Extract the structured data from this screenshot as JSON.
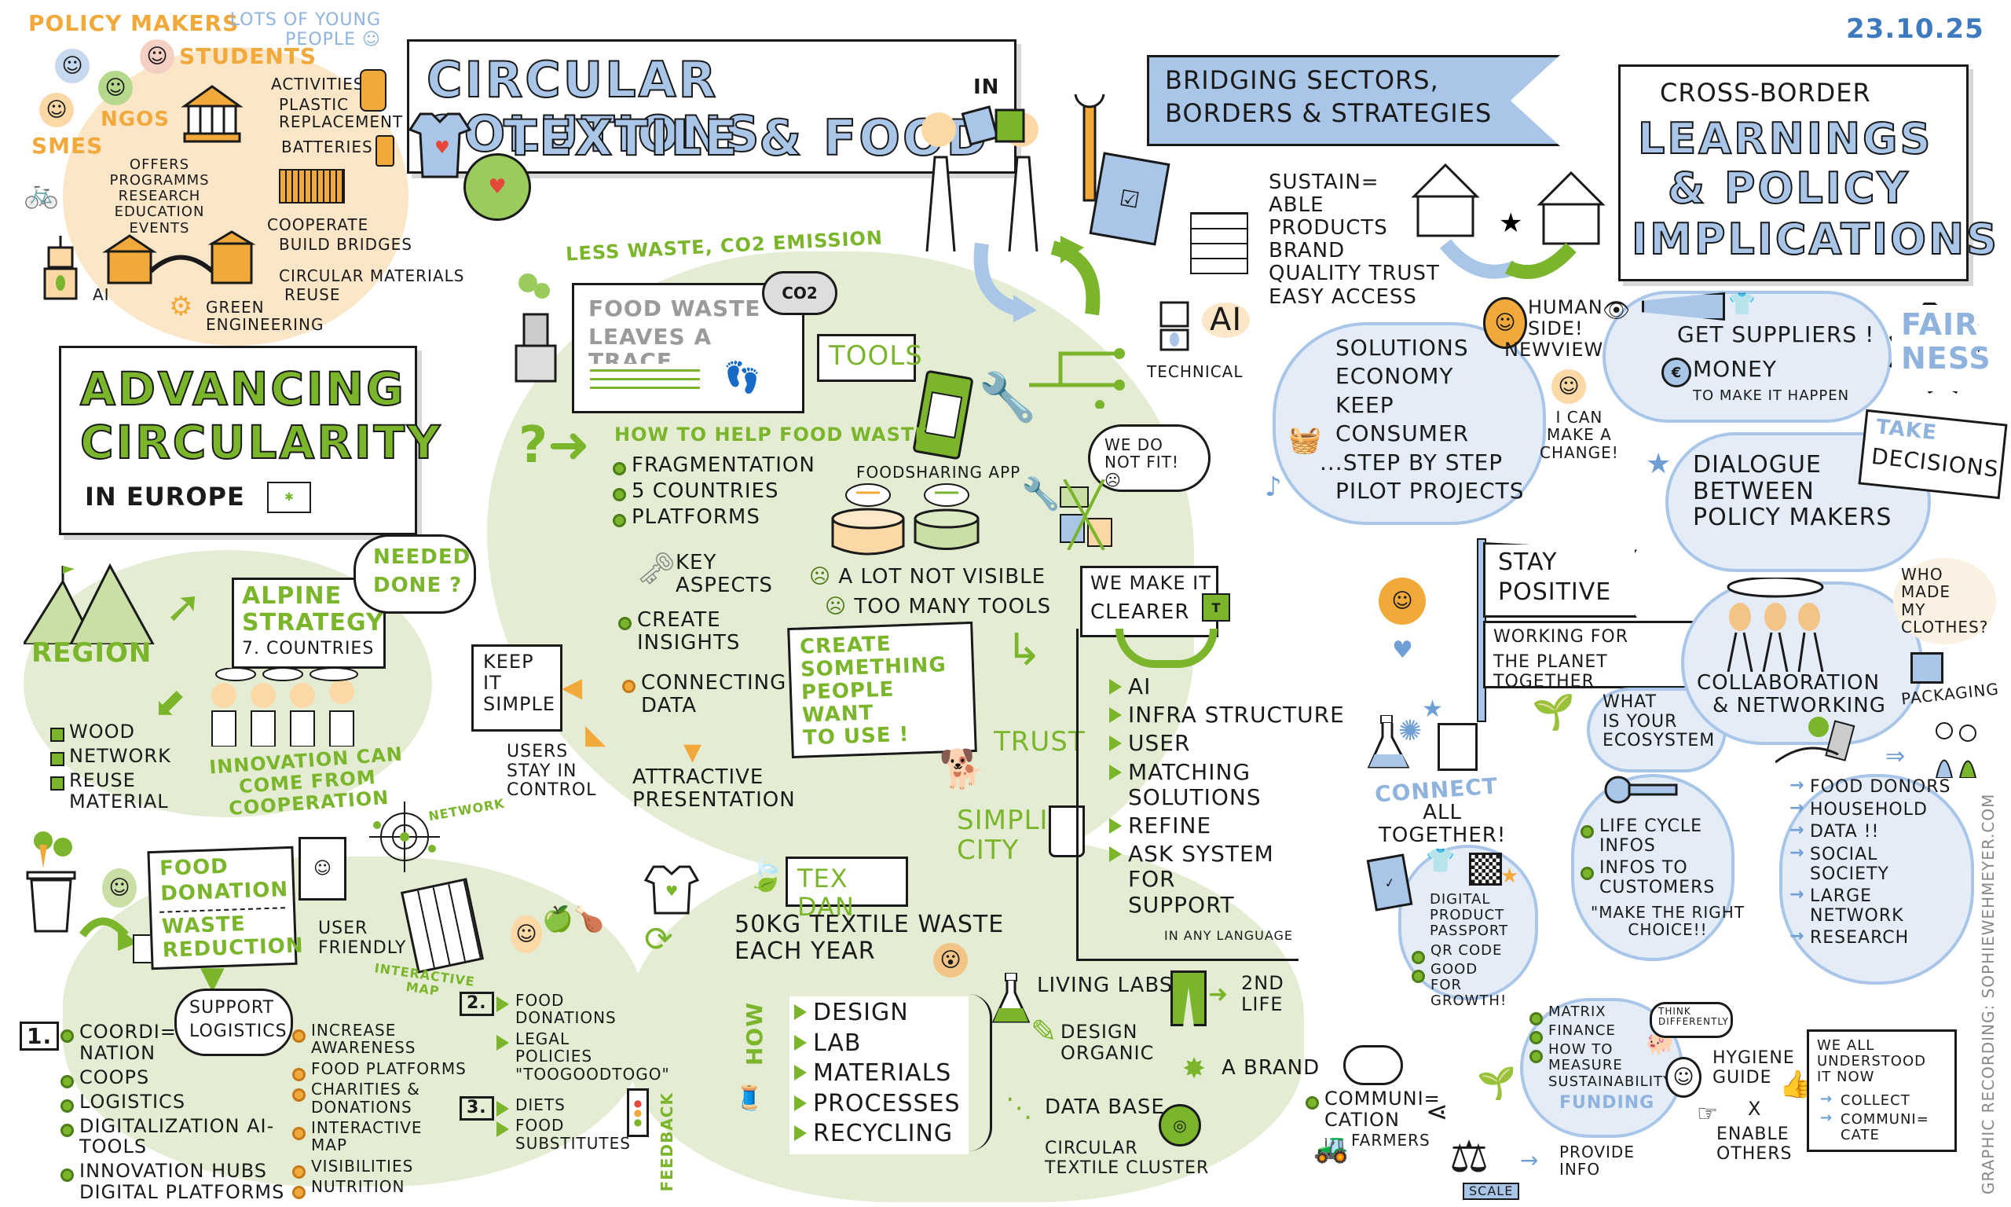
{
  "date": "23.10.25",
  "credit": "GRAPHIC RECORDING: SOPHIEWEHMEYER.COM",
  "colors": {
    "green": "#7ab52b",
    "green_bg": "#e4edd3",
    "blue": "#a9c6e8",
    "blue_bg": "#e3ecf7",
    "orange": "#f2a93b",
    "orange_bg": "#fbe6c8",
    "ink": "#1a1a1a"
  },
  "main_title": {
    "line1": "CIRCULAR SOLUTIONS",
    "in": "IN",
    "line2": "TEXTILE & FOOD"
  },
  "bridging_banner": {
    "line1": "BRIDGING SECTORS,",
    "line2": "BORDERS & STRATEGIES"
  },
  "cross_border": {
    "subtitle": "CROSS-BORDER",
    "line1": "LEARNINGS",
    "line2": "& POLICY",
    "line3": "IMPLICATIONS"
  },
  "stakeholders": {
    "policy_makers": "POLICY MAKERS",
    "young_people": "LOTS OF YOUNG PEOPLE ☺",
    "students": "STUDENTS",
    "ngos": "NGOs",
    "smes": "SMES",
    "activities": "ACTIVITIES",
    "plastic_replacement": "PLASTIC REPLACEMENT",
    "batteries": "BATTERIES",
    "offers": [
      "OFFERS",
      "PROGRAMMS",
      "RESEARCH",
      "EDUCATION",
      "EVENTS"
    ],
    "cooperate": "COOPERATE",
    "build_bridges": "BUILD BRIDGES",
    "circular_materials": "CIRCULAR MATERIALS",
    "reuse": "REUSE",
    "green_engineering": [
      "GREEN",
      "ENGINEERING"
    ],
    "ai": "AI"
  },
  "advancing": {
    "line1": "ADVANCING",
    "line2": "CIRCULARITY",
    "sub": "IN EUROPE"
  },
  "region": {
    "label": "REGION",
    "alpine": [
      "ALPINE",
      "STRATEGY"
    ],
    "countries": "7. COUNTRIES",
    "needed_done": [
      "NEEDED",
      "DONE ?"
    ],
    "items": [
      "WOOD",
      "NETWORK",
      "REUSE MATERIAL"
    ],
    "innovation": [
      "INNOVATION CAN",
      "COME FROM",
      "COOPERATION"
    ]
  },
  "food_waste": {
    "less_waste": "LESS WASTE, CO2 EMISSION",
    "trace": [
      "FOOD WASTE",
      "LEAVES A TRACE"
    ],
    "co2": "CO2",
    "tools": "TOOLS",
    "how_to": "HOW TO HELP FOOD WASTE",
    "points": [
      "FRAGMENTATION",
      "5 COUNTRIES",
      "PLATFORMS"
    ],
    "key_aspects": [
      "KEY",
      "ASPECTS"
    ],
    "create_insights": [
      "CREATE",
      "INSIGHTS"
    ],
    "food_sharing_app": "FOODSHARING APP",
    "we_do_not_fit": "WE DO NOT FIT! ☹",
    "not_visible": "A LOT NOT VISIBLE",
    "too_many_tools": "TOO MANY TOOLS",
    "connecting_data": [
      "CONNECTING",
      "DATA"
    ],
    "keep_simple": [
      "KEEP",
      "IT",
      "SIMPLE"
    ],
    "users_control": [
      "USERS",
      "STAY IN",
      "CONTROL"
    ],
    "attractive": [
      "ATTRACTIVE",
      "PRESENTATION"
    ],
    "create_something": [
      "CREATE",
      "SOMETHING",
      "PEOPLE WANT",
      "TO USE !"
    ],
    "trust": "TRUST",
    "simplicity": [
      "SIMPLI",
      "CITY"
    ]
  },
  "clearer": {
    "title": [
      "WE MAKE IT",
      "CLEARER"
    ],
    "items": [
      "AI",
      "INFRA STRUCTURE",
      "USER",
      "MATCHING SOLUTIONS",
      "REFINE",
      "ASK SYSTEM FOR SUPPORT"
    ],
    "any_language": "IN ANY LANGUAGE"
  },
  "sustainable": {
    "lines": [
      "SUSTAIN=",
      "ABLE",
      "PRODUCTS",
      "BRAND",
      "QUALITY TRUST",
      "EASY ACCESS"
    ],
    "ai": "AI",
    "technical": "TECHNICAL"
  },
  "solutions_cloud": {
    "items": [
      "SOLUTIONS",
      "ECONOMY",
      "KEEP",
      "CONSUMER",
      "...STEP BY STEP",
      "PILOT PROJECTS"
    ]
  },
  "human_side": {
    "lines": [
      "HUMAN",
      "SIDE!",
      "NEWVIEW"
    ],
    "i_can": [
      "I CAN",
      "MAKE A",
      "CHANGE!"
    ]
  },
  "suppliers": {
    "get": "GET SUPPLIERS !",
    "money": "MONEY",
    "make_happen": "TO MAKE IT HAPPEN",
    "fairness": [
      "FAIR",
      "NESS"
    ]
  },
  "dialogue": {
    "lines": [
      "DIALOGUE",
      "BETWEEN",
      "POLICY MAKERS"
    ],
    "take": "TAKE",
    "decisions": "DECISIONS"
  },
  "positive": {
    "stay": [
      "STAY",
      "POSITIVE"
    ],
    "working": [
      "WORKING FOR",
      "THE PLANET TOGETHER"
    ],
    "ecosystem": [
      "WHAT",
      "IS YOUR",
      "ECOSYSTEM"
    ]
  },
  "collaboration": {
    "lines": [
      "COLLABORATION",
      "& NETWORKING"
    ],
    "who_made": [
      "WHO",
      "MADE",
      "MY",
      "CLOTHES?"
    ],
    "packaging": "PACKAGING"
  },
  "food_donation": {
    "title1": [
      "FOOD",
      "DONATION"
    ],
    "title2": [
      "WASTE",
      "REDUCTION"
    ],
    "support": [
      "SUPPORT",
      "LOGISTICS"
    ],
    "network": "NETWORK",
    "user_friendly": [
      "USER",
      "FRIENDLY"
    ],
    "interactive_map": [
      "INTERACTIVE",
      "MAP"
    ],
    "step1_num": "1.",
    "step1": [
      "COORDI= NATION",
      "COOPS",
      "LOGISTICS",
      "DIGITALIZATION AI-TOOLS",
      "INNOVATION HUBS DIGITAL PLATFORMS"
    ],
    "awareness": [
      "INCREASE AWARENESS",
      "FOOD PLATFORMS",
      "CHARITIES & DONATIONS",
      "INTERACTIVE MAP",
      "VISIBILITIES",
      "NUTRITION"
    ],
    "step2_num": "2.",
    "step2": [
      "FOOD DONATIONS",
      "LEGAL POLICIES \"TOOGOODTOGO\""
    ],
    "step3_num": "3.",
    "step3": [
      "DIETS",
      "FOOD SUBSTITUTES"
    ],
    "feedback": "FEEDBACK"
  },
  "texdan": {
    "title": "TEX DAN",
    "waste": [
      "50KG TEXTILE WASTE",
      "EACH YEAR"
    ],
    "how": "HOW",
    "steps": [
      "DESIGN",
      "LAB",
      "MATERIALS",
      "PROCESSES",
      "RECYCLING"
    ],
    "living_labs": "LIVING LABS",
    "design_organic": [
      "DESIGN",
      "ORGANIC"
    ],
    "database": "DATA BASE",
    "cluster": [
      "CIRCULAR",
      "TEXTILE CLUSTER"
    ],
    "second_life": [
      "2ND",
      "LIFE"
    ],
    "brand": "A BRAND"
  },
  "connect": {
    "title": "CONNECT",
    "all_together": [
      "ALL",
      "TOGETHER!"
    ],
    "passport": [
      "DIGITAL",
      "PRODUCT",
      "PASSPORT"
    ],
    "passport_items": [
      "QR CODE",
      "GOOD FOR GROWTH!"
    ],
    "communication": [
      "COMMUNI=",
      "CATION"
    ],
    "farmers": "FARMERS",
    "scale": "SCALE",
    "provide_info": [
      "PROVIDE",
      "INFO"
    ]
  },
  "lifecycle": {
    "items": [
      "LIFE CYCLE INFOS",
      "INFOS TO CUSTOMERS"
    ],
    "quote": [
      "\"MAKE THE RIGHT",
      "CHOICE!!"
    ]
  },
  "funding": {
    "items": [
      "MATRIX",
      "FINANCE",
      "HOW TO MEASURE SUSTAINABILITY"
    ],
    "label": "FUNDING",
    "think": [
      "THINK",
      "DIFFERENTLY"
    ]
  },
  "donors": {
    "items": [
      "FOOD DONORS",
      "HOUSEHOLD",
      "DATA !!",
      "SOCIAL SOCIETY",
      "LARGE NETWORK",
      "RESEARCH"
    ],
    "hygiene": [
      "HYGIENE",
      "GUIDE"
    ],
    "x": "X",
    "enable": [
      "ENABLE",
      "OTHERS"
    ],
    "understood": [
      "WE ALL",
      "UNDERSTOOD",
      "IT NOW"
    ],
    "understood_items": [
      "COLLECT",
      "COMMUNI= CATE"
    ]
  }
}
